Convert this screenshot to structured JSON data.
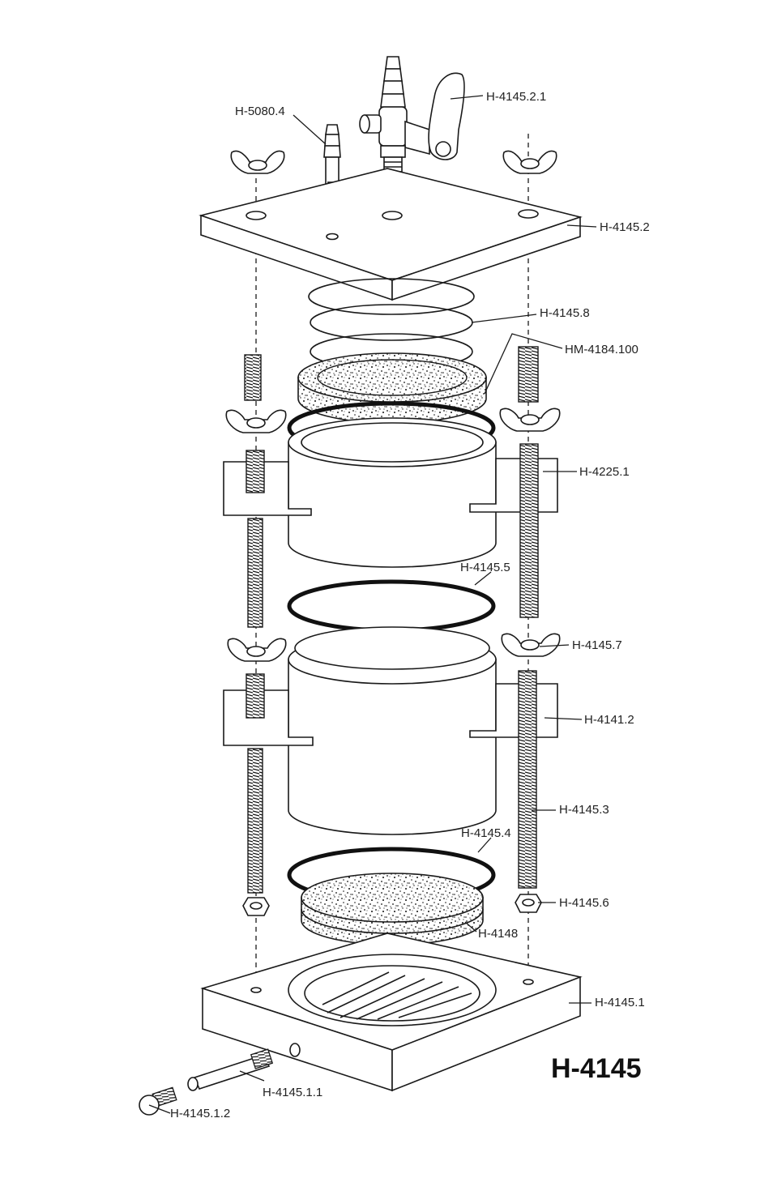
{
  "model": "H-4145",
  "labels": {
    "valve": "H-4145.2.1",
    "hose_nipple": "H-5080.4",
    "top_plate": "H-4145.2",
    "o_rings": "H-4145.8",
    "porous_stone_top": "HM-4184.100",
    "upper_cylinder": "H-4225.1",
    "gasket_mid": "H-4145.5",
    "wing_nut": "H-4145.7",
    "lower_cylinder": "H-4141.2",
    "threaded_rod": "H-4145.3",
    "gasket_low": "H-4145.4",
    "hex_nut": "H-4145.6",
    "porous_stone_bottom": "H-4148",
    "base_plate": "H-4145.1",
    "drain_tube": "H-4145.1.1",
    "drain_fitting": "H-4145.1.2"
  }
}
